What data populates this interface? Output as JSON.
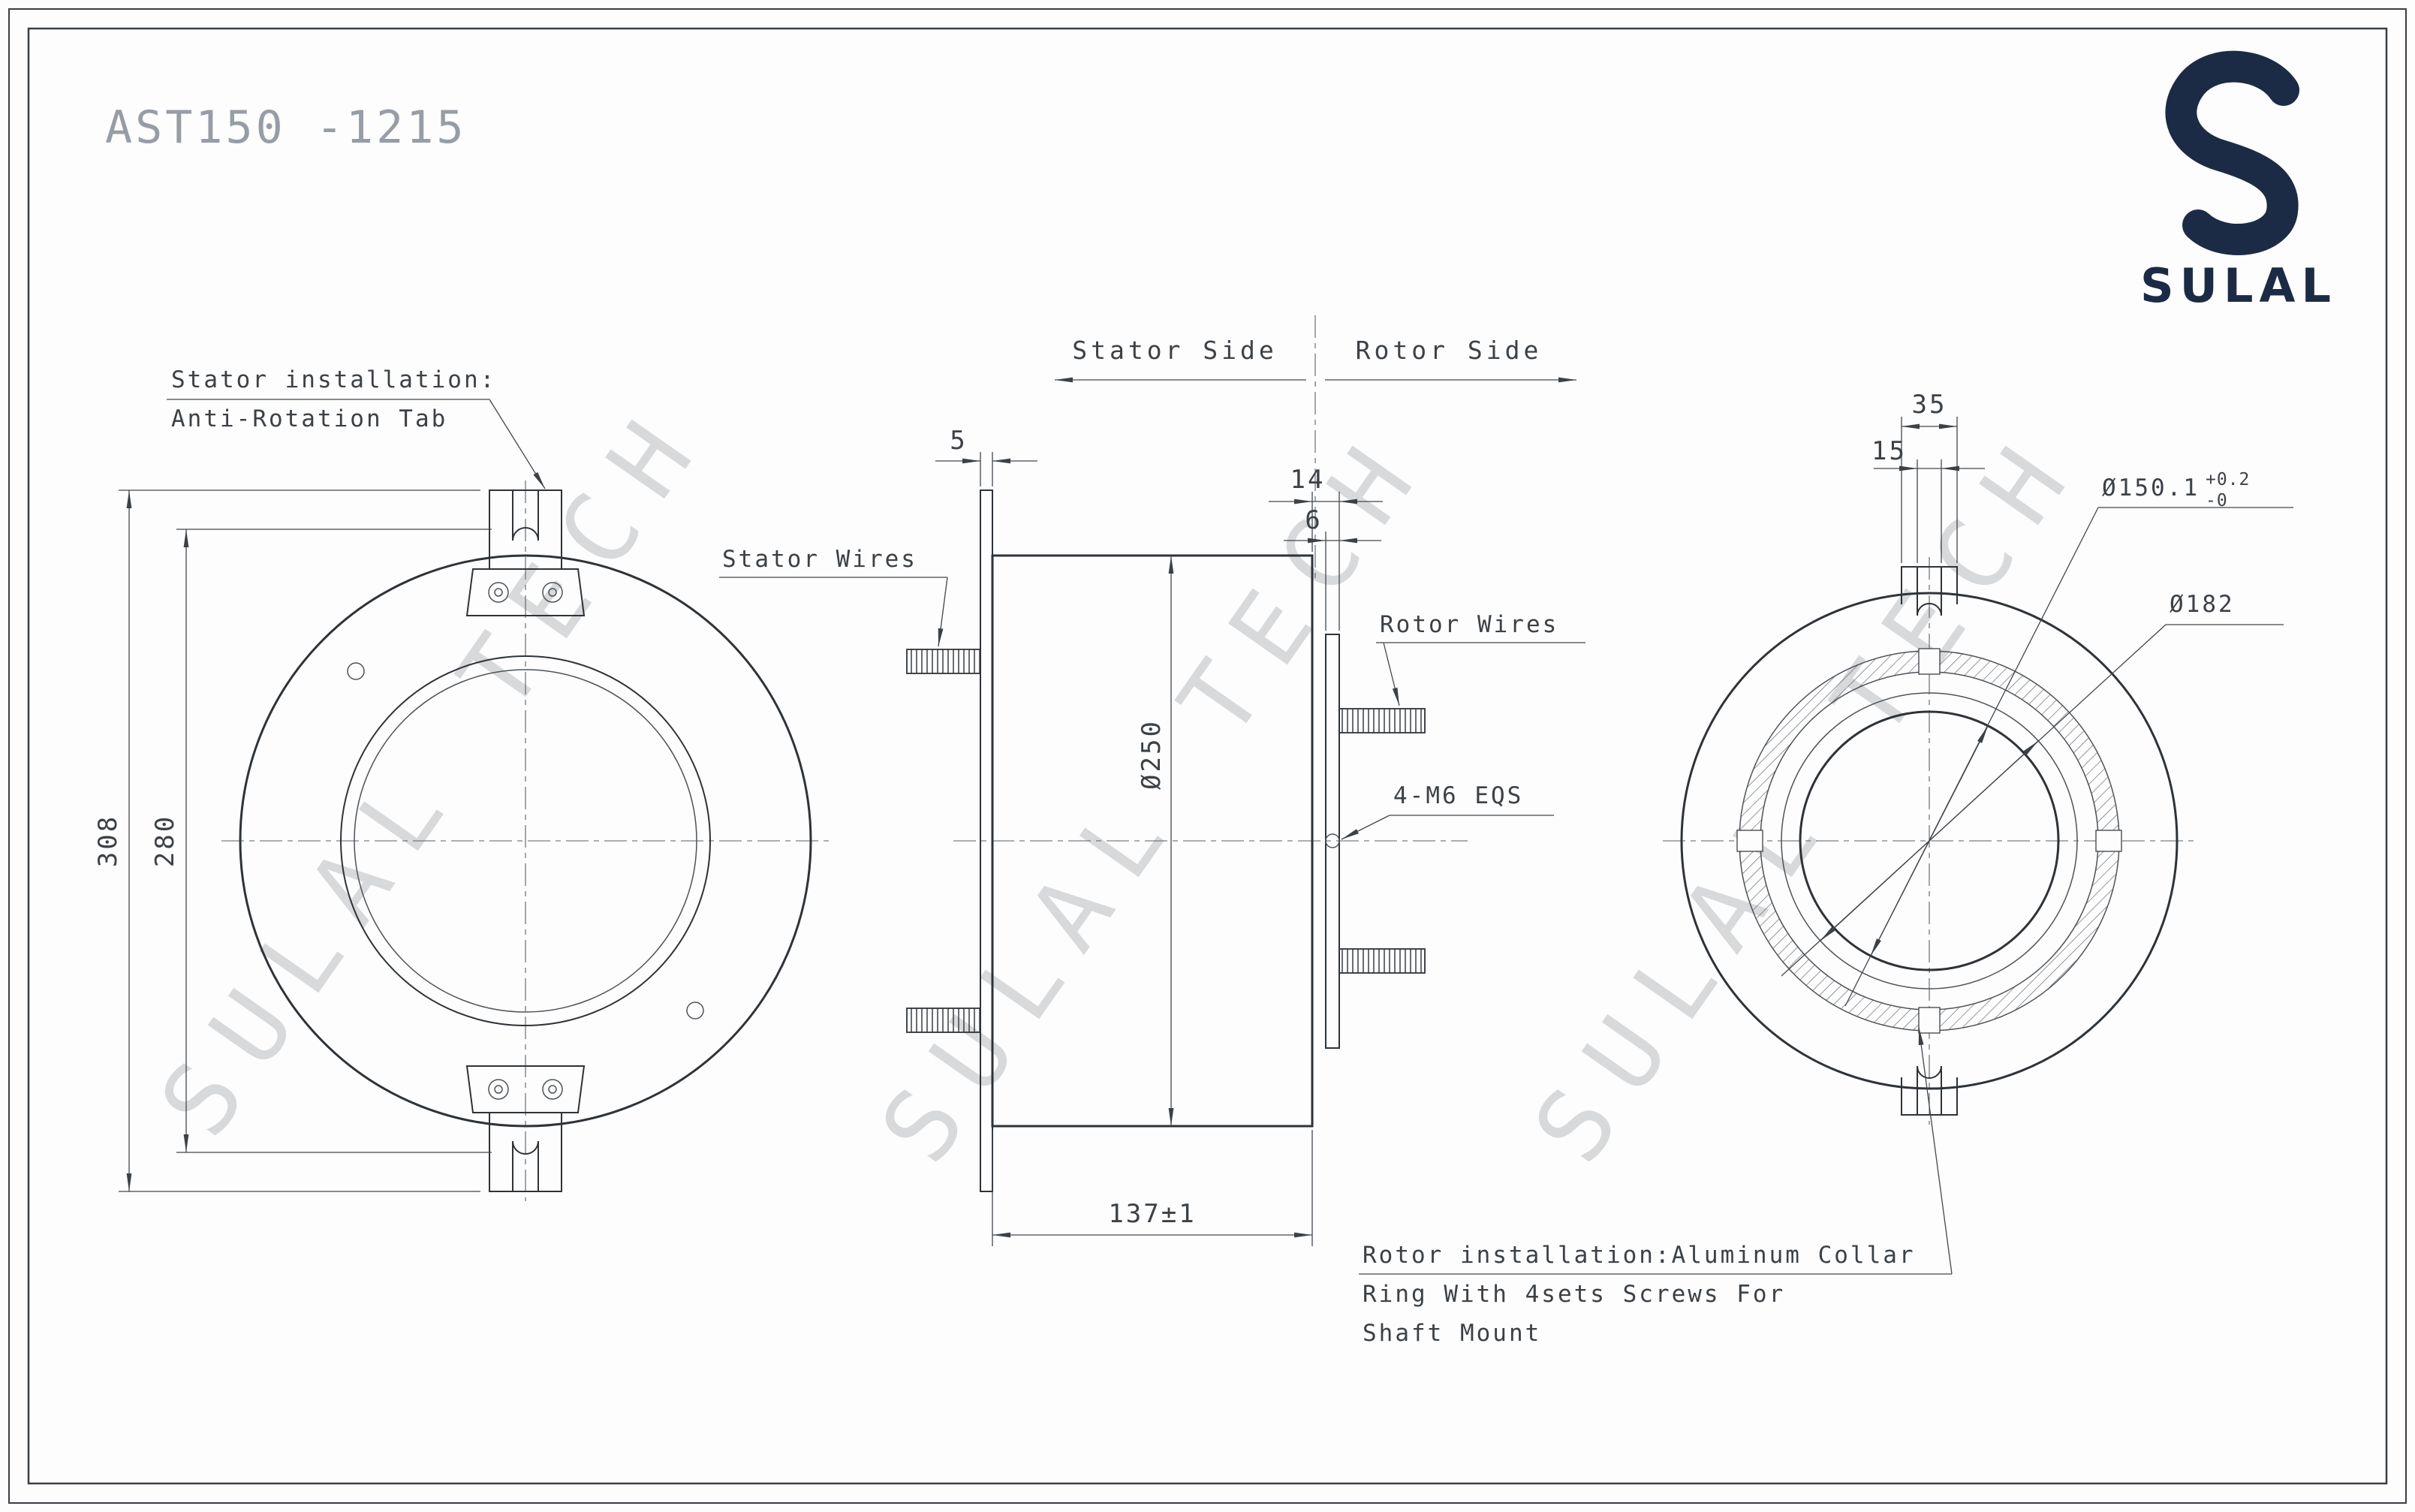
{
  "drawing": {
    "title": "AST150 -1215",
    "watermark": "SULAL TECH",
    "brand": "SULAL",
    "brand_color": "#1c2b45"
  },
  "front_view": {
    "callout_line1": "Stator installation:",
    "callout_line2": "Anti-Rotation Tab",
    "dim_height": "308",
    "dim_inner": "280"
  },
  "side_view": {
    "stator_side": "Stator Side",
    "rotor_side": "Rotor Side",
    "stator_wires": "Stator Wires",
    "rotor_wires": "Rotor Wires",
    "screws": "4-M6 EQS",
    "dim_flange_thk": "5",
    "dim_rotor_offset": "14",
    "dim_rotor_thk": "6",
    "dim_body_dia": "Ø250",
    "dim_length": "137±1"
  },
  "rotor_view": {
    "dim_tab_width": "35",
    "dim_slot_width": "15",
    "dim_bore": "Ø150.1",
    "tol_upper": "+0.2",
    "tol_lower": "-0",
    "dim_collar": "Ø182",
    "note_line1": "Rotor installation:Aluminum Collar",
    "note_line2": "Ring With 4sets Screws For",
    "note_line3": "Shaft Mount"
  }
}
